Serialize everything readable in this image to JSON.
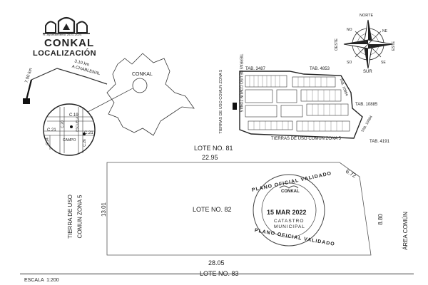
{
  "header": {
    "logo_text": "CONKAL",
    "logo_caption": "H. Ayuntamiento 2021-2024",
    "section_title": "LOCALIZACIÓN"
  },
  "location_map": {
    "town_label": "CONKAL",
    "road_label": "A CHABLENAL",
    "road_distance": "3.10 km",
    "side_distance": "7.00 km",
    "inset": {
      "streets": [
        "C.19",
        "C.20",
        "C.21",
        "C.21",
        "C.24",
        "C.26"
      ],
      "landmarks": [
        "ESCUELA",
        "CAMPO"
      ]
    }
  },
  "compass": {
    "north": "NORTE",
    "south": "SUR",
    "east": "ESTE",
    "west": "OESTE",
    "ne": "NE",
    "nw": "NO",
    "se": "SE",
    "sw": "SO"
  },
  "subdivision_map": {
    "tab_labels": [
      "TAB. 3487",
      "TAB. 4853",
      "TAB. 10884",
      "TAB. 10885",
      "TAB. 10084",
      "TAB. 4191"
    ],
    "left_label": "TIERRAS DE USO COMUN ZONA 5",
    "inner_label": "TIERRAS DE USO COMUN ZONA 5",
    "bottom_label": "TIERRAS DE USO COMUN ZONA 5"
  },
  "lot_plan": {
    "lot_label": "LOTE NO. 82",
    "north_neighbor": "LOTE NO. 81",
    "south_neighbor": "LOTE NO. 83",
    "west_neighbor_line1": "TIERRA DE USO",
    "west_neighbor_line2": "COMUN ZONA 5",
    "east_neighbor": "ÁREA COMÚN",
    "dims": {
      "top": "22.95",
      "left": "13.01",
      "bottom": "28.05",
      "right": "8.80",
      "corner": "6.72"
    }
  },
  "stamp": {
    "ring_top": "PLANO OFICIAL VALIDADO",
    "ring_bottom": "PLANO OFICIAL VALIDADO",
    "brand": "CONKAL",
    "date": "15 MAR 2022",
    "office_line1": "CATASTRO",
    "office_line2": "MUNICIPAL"
  },
  "footer": {
    "scale": "ESCALA  1:200"
  }
}
